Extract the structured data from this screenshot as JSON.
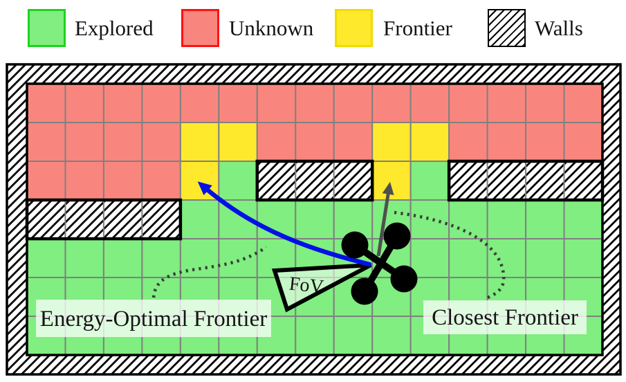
{
  "legend": {
    "items": [
      {
        "label": "Explored",
        "type": "explored"
      },
      {
        "label": "Unknown",
        "type": "unknown"
      },
      {
        "label": "Frontier",
        "type": "frontier"
      },
      {
        "label": "Walls",
        "type": "walls"
      }
    ]
  },
  "map": {
    "labels": {
      "energy_optimal": "Energy-Optimal Frontier",
      "closest": "Closest Frontier",
      "fov": "FoV"
    },
    "grid": {
      "rows": 7,
      "cols": 15,
      "cell_key": {
        "G": "explored",
        "R": "unknown",
        "Y": "frontier",
        "W": "walls"
      },
      "cells": [
        "RRRRRRRRRRRRRRR",
        "RRRRYYRRRYYRRRR",
        "RRRRYGWWWYGWWWW",
        "WWWWGGGGGGGGGGG",
        "GGGGGGGGGGGGGGG",
        "GGGGGGGGGGGGGGG",
        "GGGGGGGGGGGGGGG"
      ],
      "wall_blocks": [
        {
          "row": 2,
          "col": 6,
          "span": 3
        },
        {
          "row": 2,
          "col": 11,
          "span": 4
        },
        {
          "row": 3,
          "col": 0,
          "span": 4
        }
      ]
    }
  },
  "colors": {
    "explored": "#80EE80",
    "unknown": "#F9867E",
    "frontier": "#FFE92C",
    "grid_line": "#808080",
    "wall_hatch": "#000000",
    "blue_arrow": "#0010E6",
    "gray_arrow": "#4F4F4F",
    "dotted_line": "#3C3C3C",
    "legend_green_border": "#1ED31E",
    "legend_red_border": "#FF1212",
    "legend_yellow_border": "#F0DC00",
    "label_text": "#141414"
  }
}
